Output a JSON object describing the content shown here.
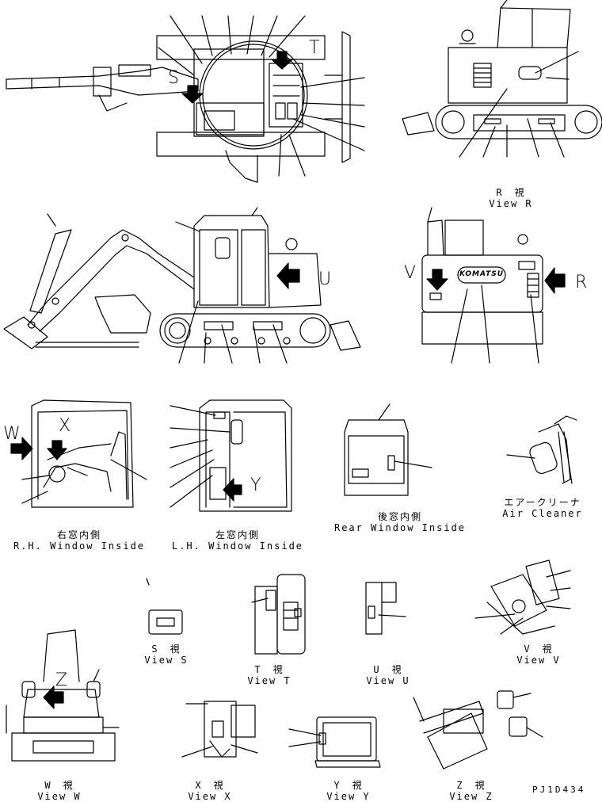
{
  "view_labels": {
    "r": {
      "ja": "R　視",
      "en": "View R"
    },
    "rh_window": {
      "ja": "右窓内側",
      "en": "R.H. Window Inside"
    },
    "lh_window": {
      "ja": "左窓内側",
      "en": "L.H. Window Inside"
    },
    "rear_window": {
      "ja": "後窓内側",
      "en": "Rear Window Inside"
    },
    "air_cleaner": {
      "ja": "エアークリーナ",
      "en": "Air Cleaner"
    },
    "s": {
      "ja": "S　視",
      "en": "View S"
    },
    "t": {
      "ja": "T　視",
      "en": "View T"
    },
    "u": {
      "ja": "U　視",
      "en": "View U"
    },
    "v": {
      "ja": "V　視",
      "en": "View V"
    },
    "w": {
      "ja": "W　視",
      "en": "View W"
    },
    "x": {
      "ja": "X　視",
      "en": "View X"
    },
    "y": {
      "ja": "Y　視",
      "en": "View Y"
    },
    "z": {
      "ja": "Z　視",
      "en": "View Z"
    }
  },
  "view_letters": {
    "s": "S",
    "t": "T",
    "u": "U",
    "v": "V",
    "r": "R",
    "w": "W",
    "x": "X",
    "y": "Y",
    "z": "Z"
  },
  "logo_text": "KOMATSU",
  "drawing_code": "PJ1D434",
  "colors": {
    "line": "#000000",
    "background": "#ffffff"
  }
}
